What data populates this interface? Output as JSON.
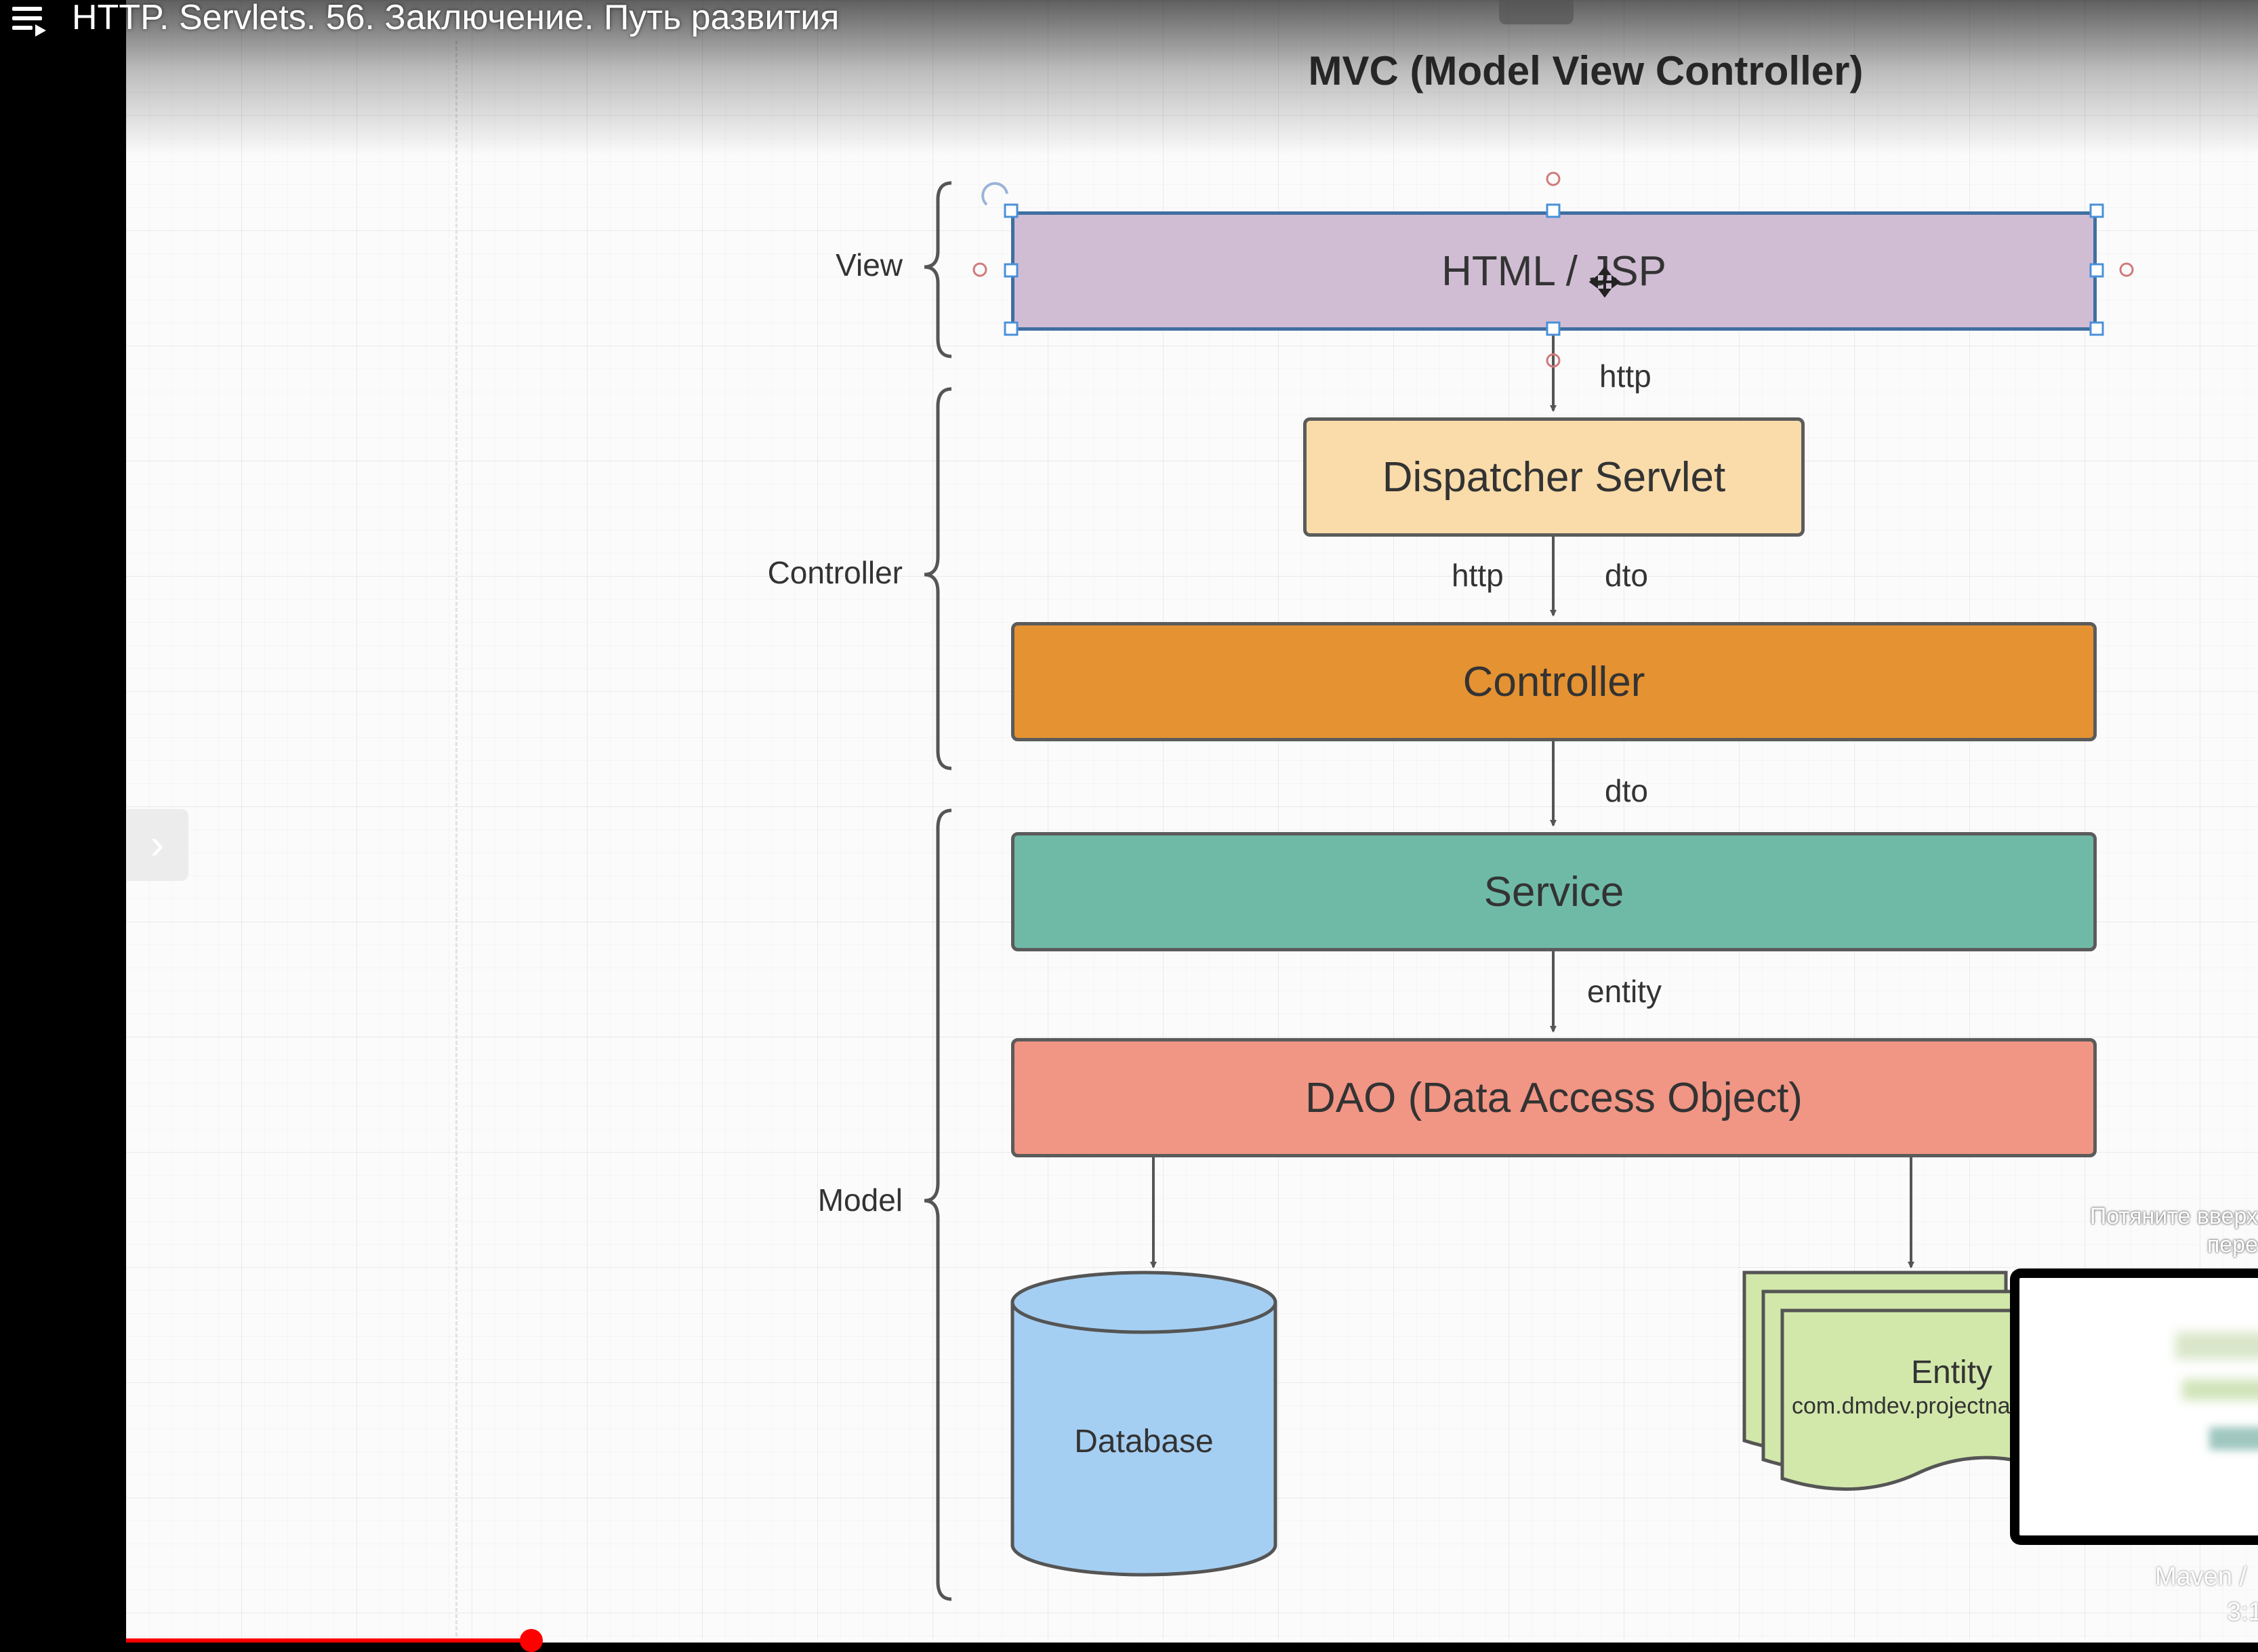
{
  "video": {
    "title": "HTTP. Servlets. 56. Заключение. Путь развития",
    "progress_fraction": 0.19
  },
  "diagram": {
    "title": "MVC (Model View Controller)",
    "layers": [
      {
        "label": "View"
      },
      {
        "label": "Controller"
      },
      {
        "label": "Model"
      }
    ],
    "blocks": {
      "html_jsp": {
        "label": "HTML / JSP",
        "color": "#d0bdd4"
      },
      "dispatcher": {
        "label": "Dispatcher Servlet",
        "color": "#f9dcaa"
      },
      "controller": {
        "label": "Controller",
        "color": "#e59232"
      },
      "service": {
        "label": "Service",
        "color": "#6fbaa7"
      },
      "dao": {
        "label": "DAO (Data Access Object)",
        "color": "#f19584"
      }
    },
    "arrow_labels": {
      "view_to_dispatcher": "http",
      "dispatcher_left": "http",
      "dispatcher_right": "dto",
      "controller_to_service": "dto",
      "service_to_dao": "entity"
    },
    "database": {
      "label": "Database",
      "color": "#a5cff2"
    },
    "entity": {
      "label": "Entity",
      "package": "com.dmdev.projectna",
      "color": "#d2e8ab"
    }
  },
  "overlays": {
    "swipe_hint": [
      "Потяните вверх",
      "пере"
    ],
    "corner_text": "Maven /",
    "corner_time": "3:1"
  }
}
